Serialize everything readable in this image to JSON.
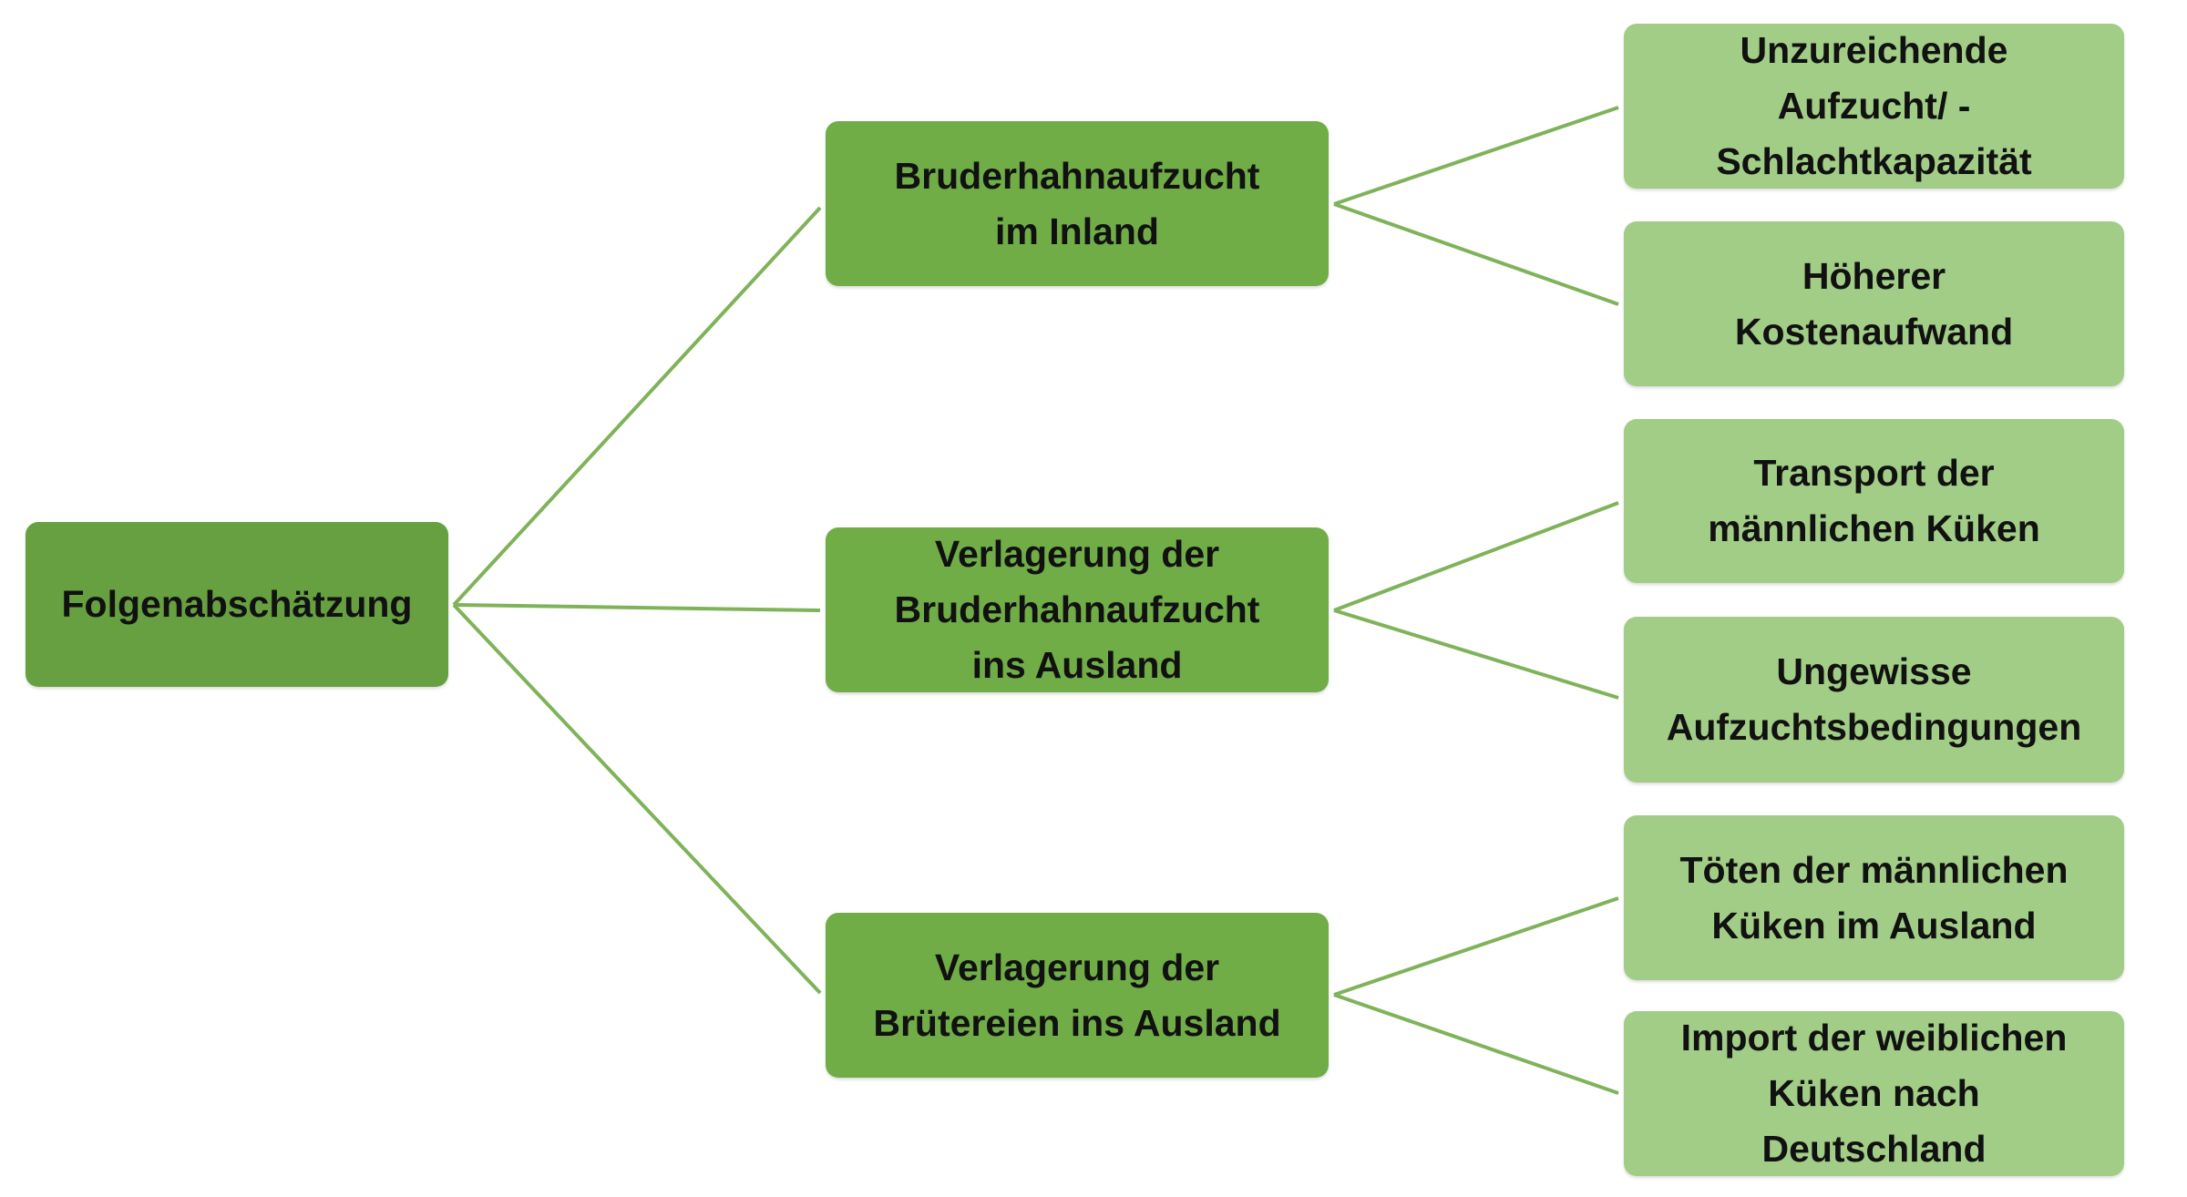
{
  "root": {
    "label": "Folgenabschätzung"
  },
  "branches": [
    {
      "label_lines": [
        "Bruderhahnaufzucht",
        "im Inland"
      ],
      "leaves": [
        {
          "label_lines": [
            "Unzureichende",
            "Aufzucht/ -",
            "Schlachtkapazität"
          ]
        },
        {
          "label_lines": [
            "Höherer",
            "Kostenaufwand"
          ]
        }
      ]
    },
    {
      "label_lines": [
        "Verlagerung der",
        "Bruderhahnaufzucht",
        "ins Ausland"
      ],
      "leaves": [
        {
          "label_lines": [
            "Transport der",
            "männlichen Küken"
          ]
        },
        {
          "label_lines": [
            "Ungewisse",
            "Aufzuchtsbedingungen"
          ]
        }
      ]
    },
    {
      "label_lines": [
        "Verlagerung der",
        "Brütereien ins Ausland"
      ],
      "leaves": [
        {
          "label_lines": [
            "Töten der männlichen",
            "Küken im Ausland"
          ]
        },
        {
          "label_lines": [
            "Import der weiblichen",
            "Küken nach",
            "Deutschland"
          ]
        }
      ]
    }
  ],
  "colors": {
    "root": "#67a040",
    "branch": "#70ad47",
    "leaf": "#a2cd87",
    "connector": "#7fb35a"
  }
}
